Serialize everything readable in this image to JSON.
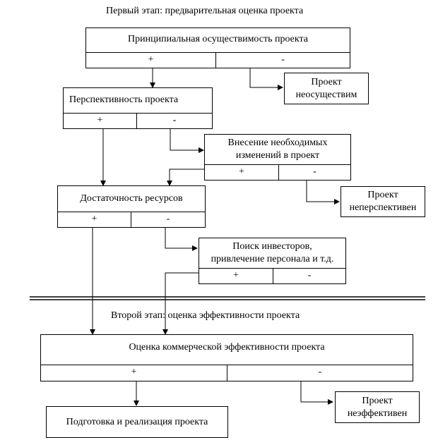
{
  "stage1": {
    "title": "Первый этап: предварительная оценка проекта"
  },
  "stage2": {
    "title": "Второй этап: оценка эффективности проекта"
  },
  "nodes": {
    "feasibility": {
      "label": "Принципиальная осуществимость проекта",
      "plus": "+",
      "minus": "-"
    },
    "perspective": {
      "label": "Перспективность проекта",
      "plus": "+",
      "minus": "-"
    },
    "changes": {
      "label_line1": "Внесение необходимых",
      "label_line2": "изменений в проект",
      "plus": "+",
      "minus": "-"
    },
    "resources": {
      "label": "Достаточность ресурсов",
      "plus": "+",
      "minus": "-"
    },
    "investors": {
      "label_line1": "Поиск инвесторов,",
      "label_line2": "привлечение персонала и т.д.",
      "plus": "+",
      "minus": "-"
    },
    "commercial": {
      "label": "Оценка коммерческой эффективности проекта",
      "plus": "+",
      "minus": "-"
    }
  },
  "results": {
    "infeasible": {
      "line1": "Проект",
      "line2": "неосуществим"
    },
    "unpromising": {
      "line1": "Проект",
      "line2": "неперспективен"
    },
    "inefficient": {
      "line1": "Проект",
      "line2": "неэффективен"
    },
    "implementation": {
      "label": "Подготовка и реализация проекта"
    }
  }
}
